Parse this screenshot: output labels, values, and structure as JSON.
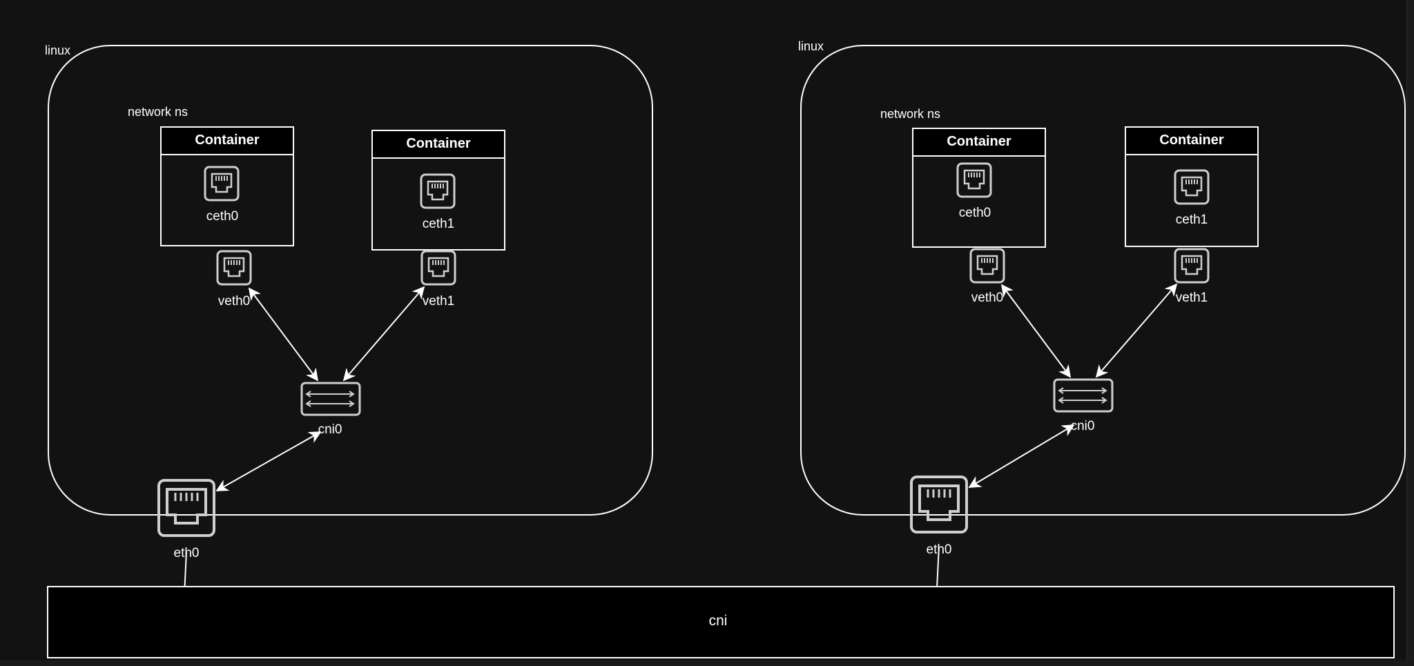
{
  "hosts": [
    {
      "label": "linux",
      "netns_label": "network ns",
      "containers": [
        {
          "title": "Container",
          "iface": "ceth0"
        },
        {
          "title": "Container",
          "iface": "ceth1"
        }
      ],
      "veths": [
        "veth0",
        "veth1"
      ],
      "bridge": "cni0",
      "nic": "eth0"
    },
    {
      "label": "linux",
      "netns_label": "network ns",
      "containers": [
        {
          "title": "Container",
          "iface": "ceth0"
        },
        {
          "title": "Container",
          "iface": "ceth1"
        }
      ],
      "veths": [
        "veth0",
        "veth1"
      ],
      "bridge": "cni0",
      "nic": "eth0"
    }
  ],
  "cni_bar": {
    "label": "cni"
  },
  "colors": {
    "background": "#121212",
    "stroke": "#ffffff",
    "icon_stroke": "#cfcfcf",
    "container_header": "#000000",
    "cni_fill": "#000000"
  }
}
